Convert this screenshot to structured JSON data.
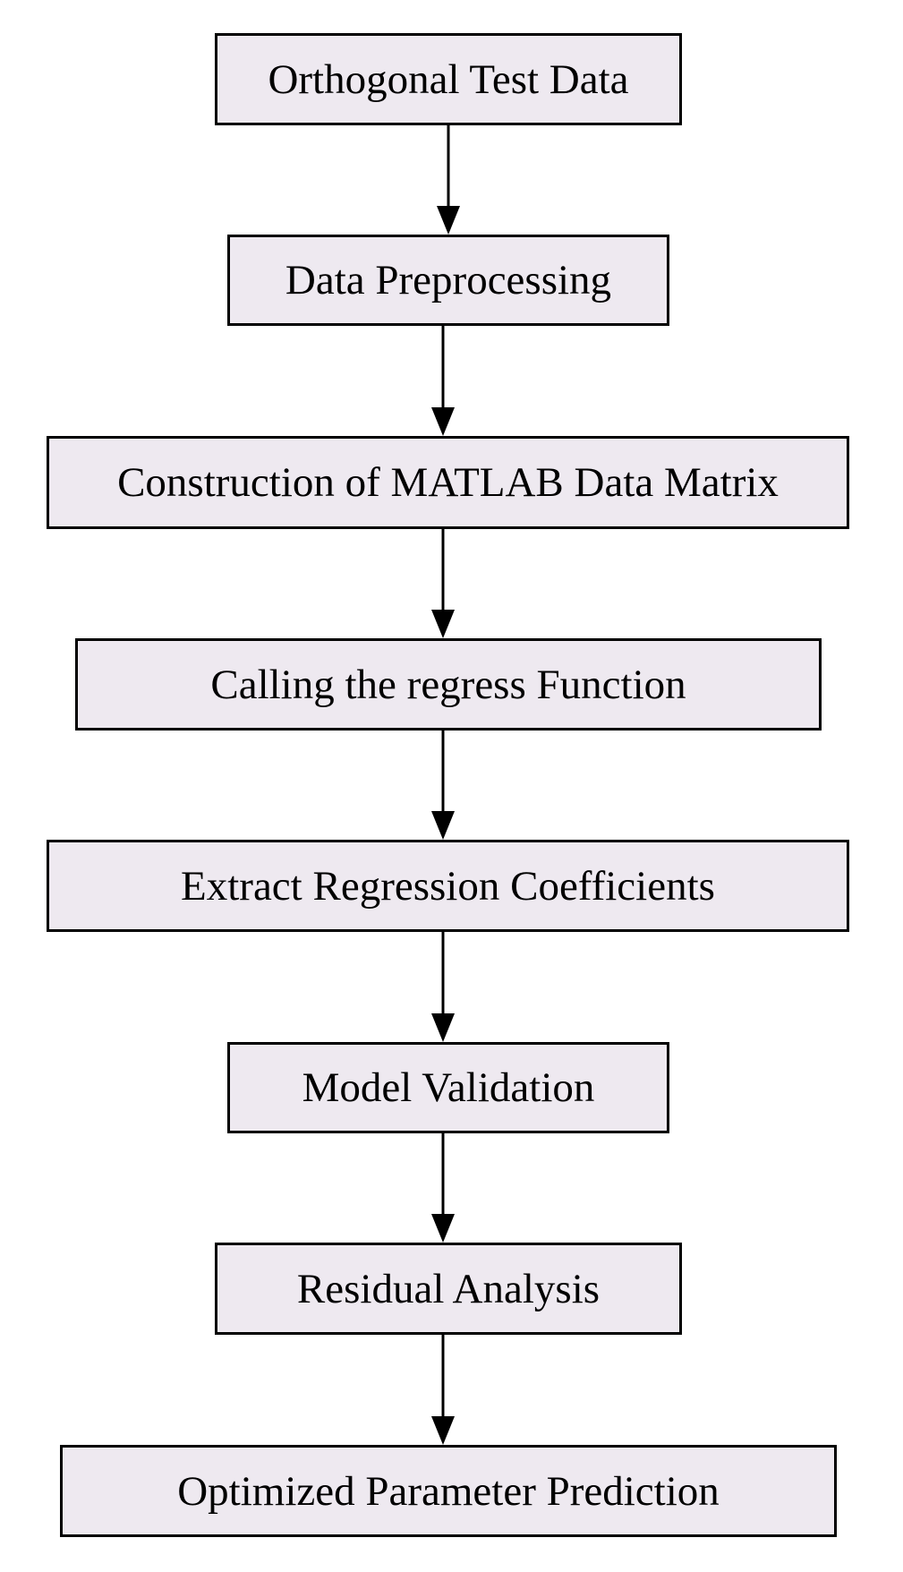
{
  "colors": {
    "box_fill": "#eee9f0",
    "box_border": "#000000",
    "text": "#000000",
    "arrow": "#000000"
  },
  "steps": [
    {
      "label": "Orthogonal Test Data"
    },
    {
      "label": "Data Preprocessing"
    },
    {
      "label": "Construction of MATLAB Data Matrix"
    },
    {
      "label": "Calling the regress Function"
    },
    {
      "label": "Extract Regression Coefficients"
    },
    {
      "label": "Model Validation"
    },
    {
      "label": "Residual Analysis"
    },
    {
      "label": "Optimized Parameter Prediction"
    }
  ]
}
